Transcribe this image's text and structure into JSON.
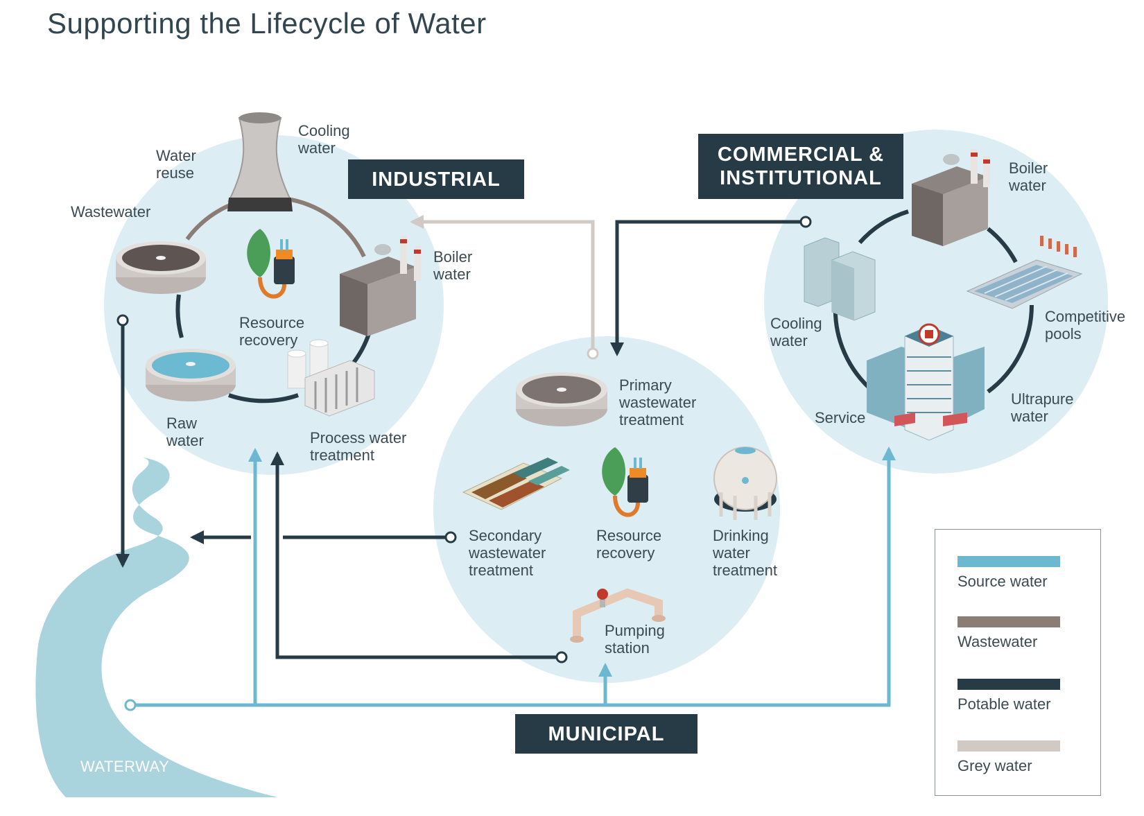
{
  "title": "Supporting the Lifecycle of Water",
  "colors": {
    "source_water": "#6bb8d0",
    "wastewater": "#8b7d76",
    "potable_water": "#263b45",
    "grey_water": "#d1c9c3",
    "circle_fill": "#dcedf3",
    "waterway": "#a9d4de"
  },
  "sections": {
    "industrial": {
      "title": "INDUSTRIAL",
      "labels": {
        "cooling_water": "Cooling\nwater",
        "water_reuse": "Water\nreuse",
        "wastewater": "Wastewater",
        "boiler_water": "Boiler\nwater",
        "resource_recovery": "Resource\nrecovery",
        "raw_water": "Raw\nwater",
        "process_water_treatment": "Process water\ntreatment"
      }
    },
    "commercial": {
      "title": "COMMERCIAL &\nINSTITUTIONAL",
      "labels": {
        "boiler_water": "Boiler\nwater",
        "cooling_water": "Cooling\nwater",
        "competitive_pools": "Competitive\npools",
        "ultrapure_water": "Ultrapure\nwater",
        "service": "Service"
      }
    },
    "municipal": {
      "title": "MUNICIPAL",
      "labels": {
        "primary_wastewater_treatment": "Primary\nwastewater\ntreatment",
        "secondary_wastewater_treatment": "Secondary\nwastewater\ntreatment",
        "resource_recovery": "Resource\nrecovery",
        "drinking_water_treatment": "Drinking\nwater\ntreatment",
        "pumping_station": "Pumping\nstation"
      }
    }
  },
  "waterway": "WATERWAY",
  "legend": [
    {
      "label": "Source water",
      "color": "#6bb8d0"
    },
    {
      "label": "Wastewater",
      "color": "#8b7d76"
    },
    {
      "label": "Potable water",
      "color": "#263b45"
    },
    {
      "label": "Grey water",
      "color": "#d1c9c3"
    }
  ],
  "icons": [
    "cooling-tower-icon",
    "clarifier-tank-icon",
    "raw-water-tank-icon",
    "resource-recovery-icon",
    "factory-icon",
    "process-treatment-icon",
    "office-building-icon",
    "pool-icon",
    "hospital-icon",
    "secondary-treatment-icon",
    "water-sphere-tank-icon",
    "pump-pipe-icon"
  ]
}
